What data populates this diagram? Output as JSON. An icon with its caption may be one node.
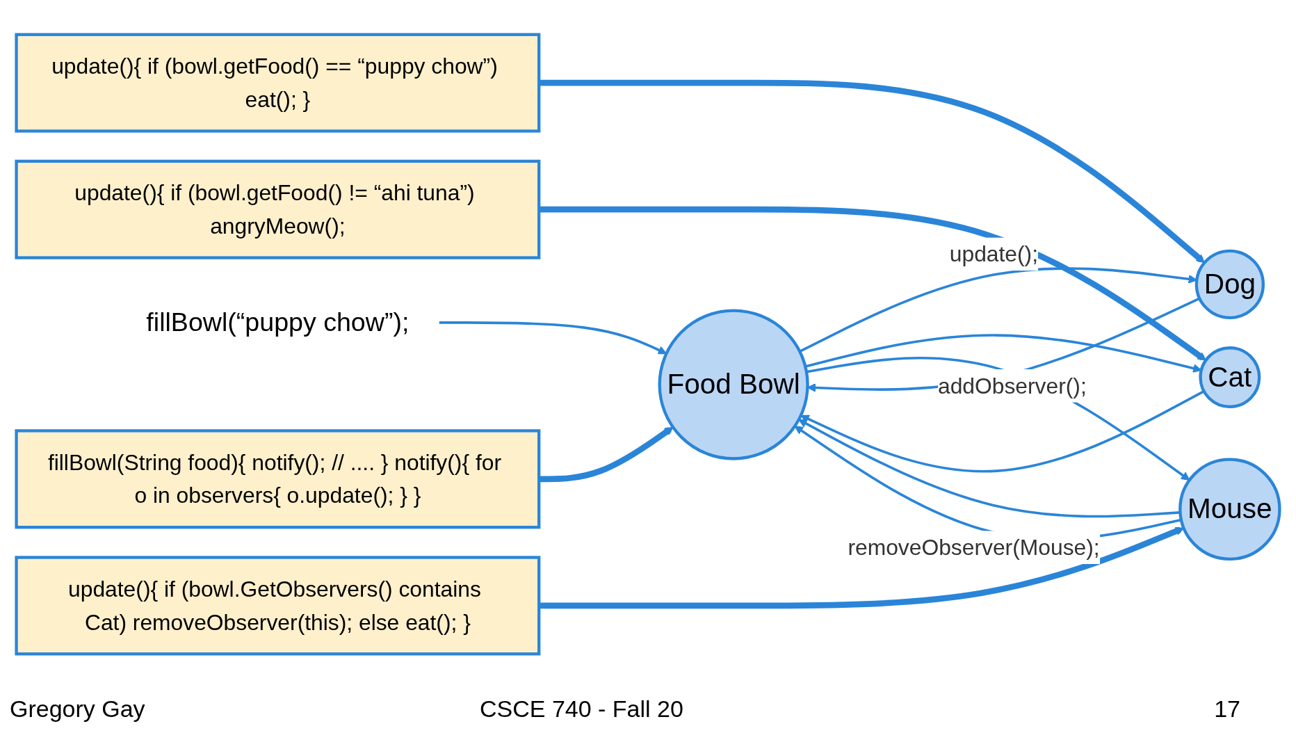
{
  "diagram": {
    "nodes": [
      {
        "text": [
          "fillBowl(“puppy chow”);"
        ]
      },
      {
        "text": [
          "Food Bowl"
        ]
      },
      {
        "text": [
          "update(){ if (bowl.getFood() == “puppy chow”) eat(); }"
        ]
      },
      {
        "text": [
          "Dog"
        ]
      },
      {
        "text": [
          "Cat"
        ]
      },
      {
        "text": [
          "Mouse"
        ]
      },
      {
        "text": [
          "fillBowl(String food){ notify(); // .... } notify(){ for o in observers{ o.update(); } }"
        ]
      },
      {
        "text": [
          "update(){ if (bowl.getFood() != “ahi tuna”) angryMeow();"
        ]
      },
      {
        "text": [
          "update(){ if (bowl.GetObservers() contains Cat) removeObserver(this); else eat(); }"
        ]
      }
    ],
    "edges": [
      {
        "from": 0,
        "to": 1,
        "arrow": "to"
      },
      {
        "from": 1,
        "to": 3,
        "arrow": "to",
        "label": "update();"
      },
      {
        "from": 3,
        "to": 1,
        "arrow": "to",
        "label": "addObserver();"
      },
      {
        "from": 1,
        "to": 4,
        "arrow": "to"
      },
      {
        "from": 4,
        "to": 1,
        "arrow": "to"
      },
      {
        "from": 1,
        "to": 5,
        "arrow": "to"
      },
      {
        "from": 5,
        "to": 1,
        "arrow": "to"
      },
      {
        "from": 5,
        "to": 1,
        "arrow": "to",
        "label": "removeObserver(Mouse);"
      },
      {
        "from": 6,
        "to": 1,
        "arrow": "to",
        "style": "thick"
      },
      {
        "from": 2,
        "to": 3,
        "arrow": "to",
        "style": "thick"
      },
      {
        "from": 7,
        "to": 4,
        "arrow": "to",
        "style": "thick"
      },
      {
        "from": 8,
        "to": 5,
        "arrow": "to",
        "style": "thick"
      }
    ],
    "labels": [
      "Gregory Gay",
      "CSCE 740 - Fall 20",
      "17"
    ]
  }
}
